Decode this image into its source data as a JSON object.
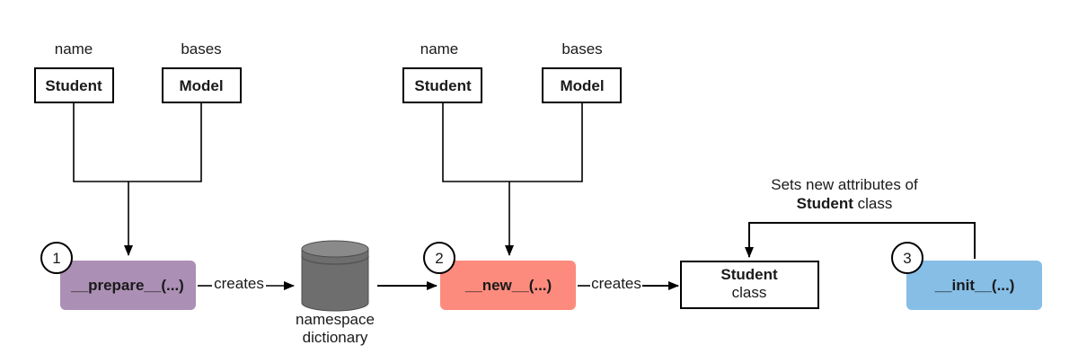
{
  "group1": {
    "name_label": "name",
    "bases_label": "bases",
    "name_value": "Student",
    "bases_value": "Model"
  },
  "group2": {
    "name_label": "name",
    "bases_label": "bases",
    "name_value": "Student",
    "bases_value": "Model"
  },
  "step1": {
    "number": "1",
    "label": "__prepare__(...)",
    "color": "#ac8fb5"
  },
  "step2": {
    "number": "2",
    "label": "__new__(...)",
    "color": "#fc8b7e"
  },
  "step3": {
    "number": "3",
    "label": "__init__(...)",
    "color": "#86bee6"
  },
  "edge1_label": "creates",
  "edge2_label": "creates",
  "database": {
    "line1": "namespace",
    "line2": "dictionary",
    "color": "#6e6e6e"
  },
  "student_class": {
    "title": "Student",
    "subtitle": "class"
  },
  "annotation": {
    "line1": "Sets new attributes of",
    "line2_bold": "Student",
    "line2_rest": " class"
  }
}
